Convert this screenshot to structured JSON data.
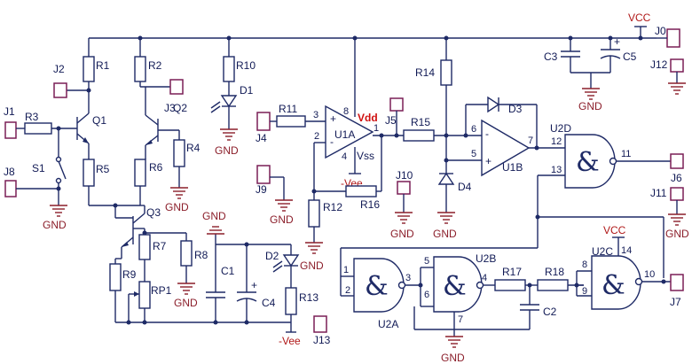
{
  "colors": {
    "wire": "#1e2a66",
    "ground": "#8b1e2a",
    "connector": "#7a1f56",
    "supply_text": "#d01010"
  },
  "nets": {
    "vcc": "VCC",
    "vcc2": "VCC",
    "gnd": "GND",
    "vee": "-Vee",
    "vee2": "-Vee",
    "vdd": "Vdd",
    "vss": "Vss"
  },
  "connectors": {
    "j0": "J0",
    "j1": "J1",
    "j2": "J2",
    "j3": "J3",
    "j4": "J4",
    "j5": "J5",
    "j6": "J6",
    "j7": "J7",
    "j8": "J8",
    "j9": "J9",
    "j10": "J10",
    "j11": "J11",
    "j12": "J12",
    "j13": "J13"
  },
  "resistors": {
    "r1": "R1",
    "r2": "R2",
    "r3": "R3",
    "r4": "R4",
    "r5": "R5",
    "r6": "R6",
    "r7": "R7",
    "r8": "R8",
    "r9": "R9",
    "r10": "R10",
    "r11": "R11",
    "r12": "R12",
    "r13": "R13",
    "r14": "R14",
    "r15": "R15",
    "r16": "R16",
    "r17": "R17",
    "r18": "R18",
    "rp1": "RP1"
  },
  "capacitors": {
    "c1": "C1",
    "c2": "C2",
    "c3": "C3",
    "c4": "C4",
    "c5": "C5"
  },
  "diodes": {
    "d1": "D1",
    "d2": "D2",
    "d3": "D3",
    "d4": "D4"
  },
  "transistors": {
    "q1": "Q1",
    "q2": "Q2",
    "q3": "Q3"
  },
  "switches": {
    "s1": "S1"
  },
  "opamps": {
    "u1a": "U1A",
    "u1b": "U1B"
  },
  "gates": {
    "u2a": "U2A",
    "u2b": "U2B",
    "u2c": "U2C",
    "u2d": "U2D",
    "symbol": "&"
  },
  "pins": {
    "p1": "1",
    "p2": "2",
    "p3": "3",
    "p4": "4",
    "p5": "5",
    "p6": "6",
    "p7": "7",
    "p8": "8",
    "p9": "9",
    "p10": "10",
    "p11": "11",
    "p12": "12",
    "p13": "13",
    "p14": "14"
  },
  "polarity": {
    "plus": "+",
    "minus": "-"
  }
}
